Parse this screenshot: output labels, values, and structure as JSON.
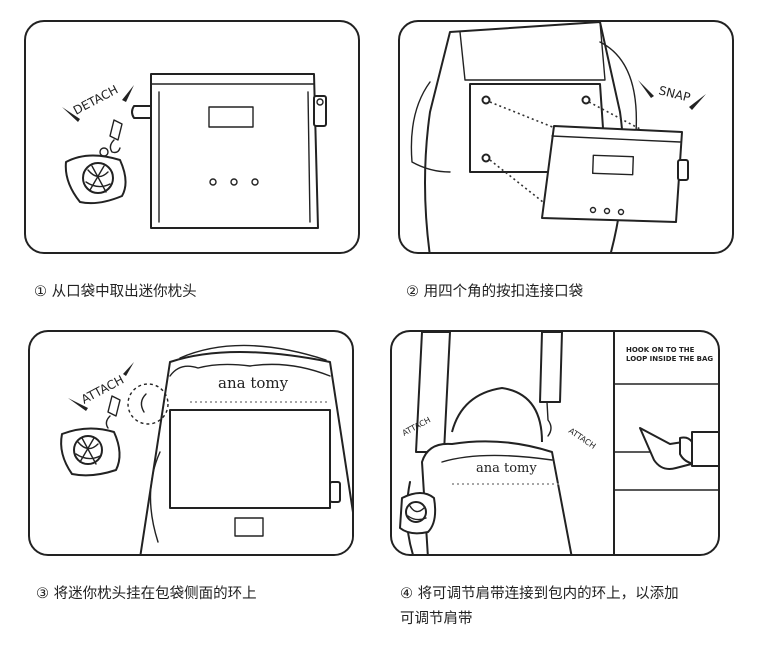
{
  "panels": [
    {
      "id": 1,
      "action_label": "DETACH",
      "caption": "① 从口袋中取出迷你枕头"
    },
    {
      "id": 2,
      "action_label": "SNAP",
      "caption": "② 用四个角的按扣连接口袋"
    },
    {
      "id": 3,
      "action_label": "ATTACH",
      "brand": "ana tomy",
      "caption": "③ 将迷你枕头挂在包袋侧面的环上"
    },
    {
      "id": 4,
      "action_label_left": "ATTACH",
      "action_label_right": "ATTACH",
      "brand": "ana tomy",
      "inset_note_line1": "HOOK ON TO THE",
      "inset_note_line2": "LOOP INSIDE THE BAG",
      "caption_line1": "④ 将可调节肩带连接到包内的环上，以添加",
      "caption_line2": "可调节肩带"
    }
  ]
}
